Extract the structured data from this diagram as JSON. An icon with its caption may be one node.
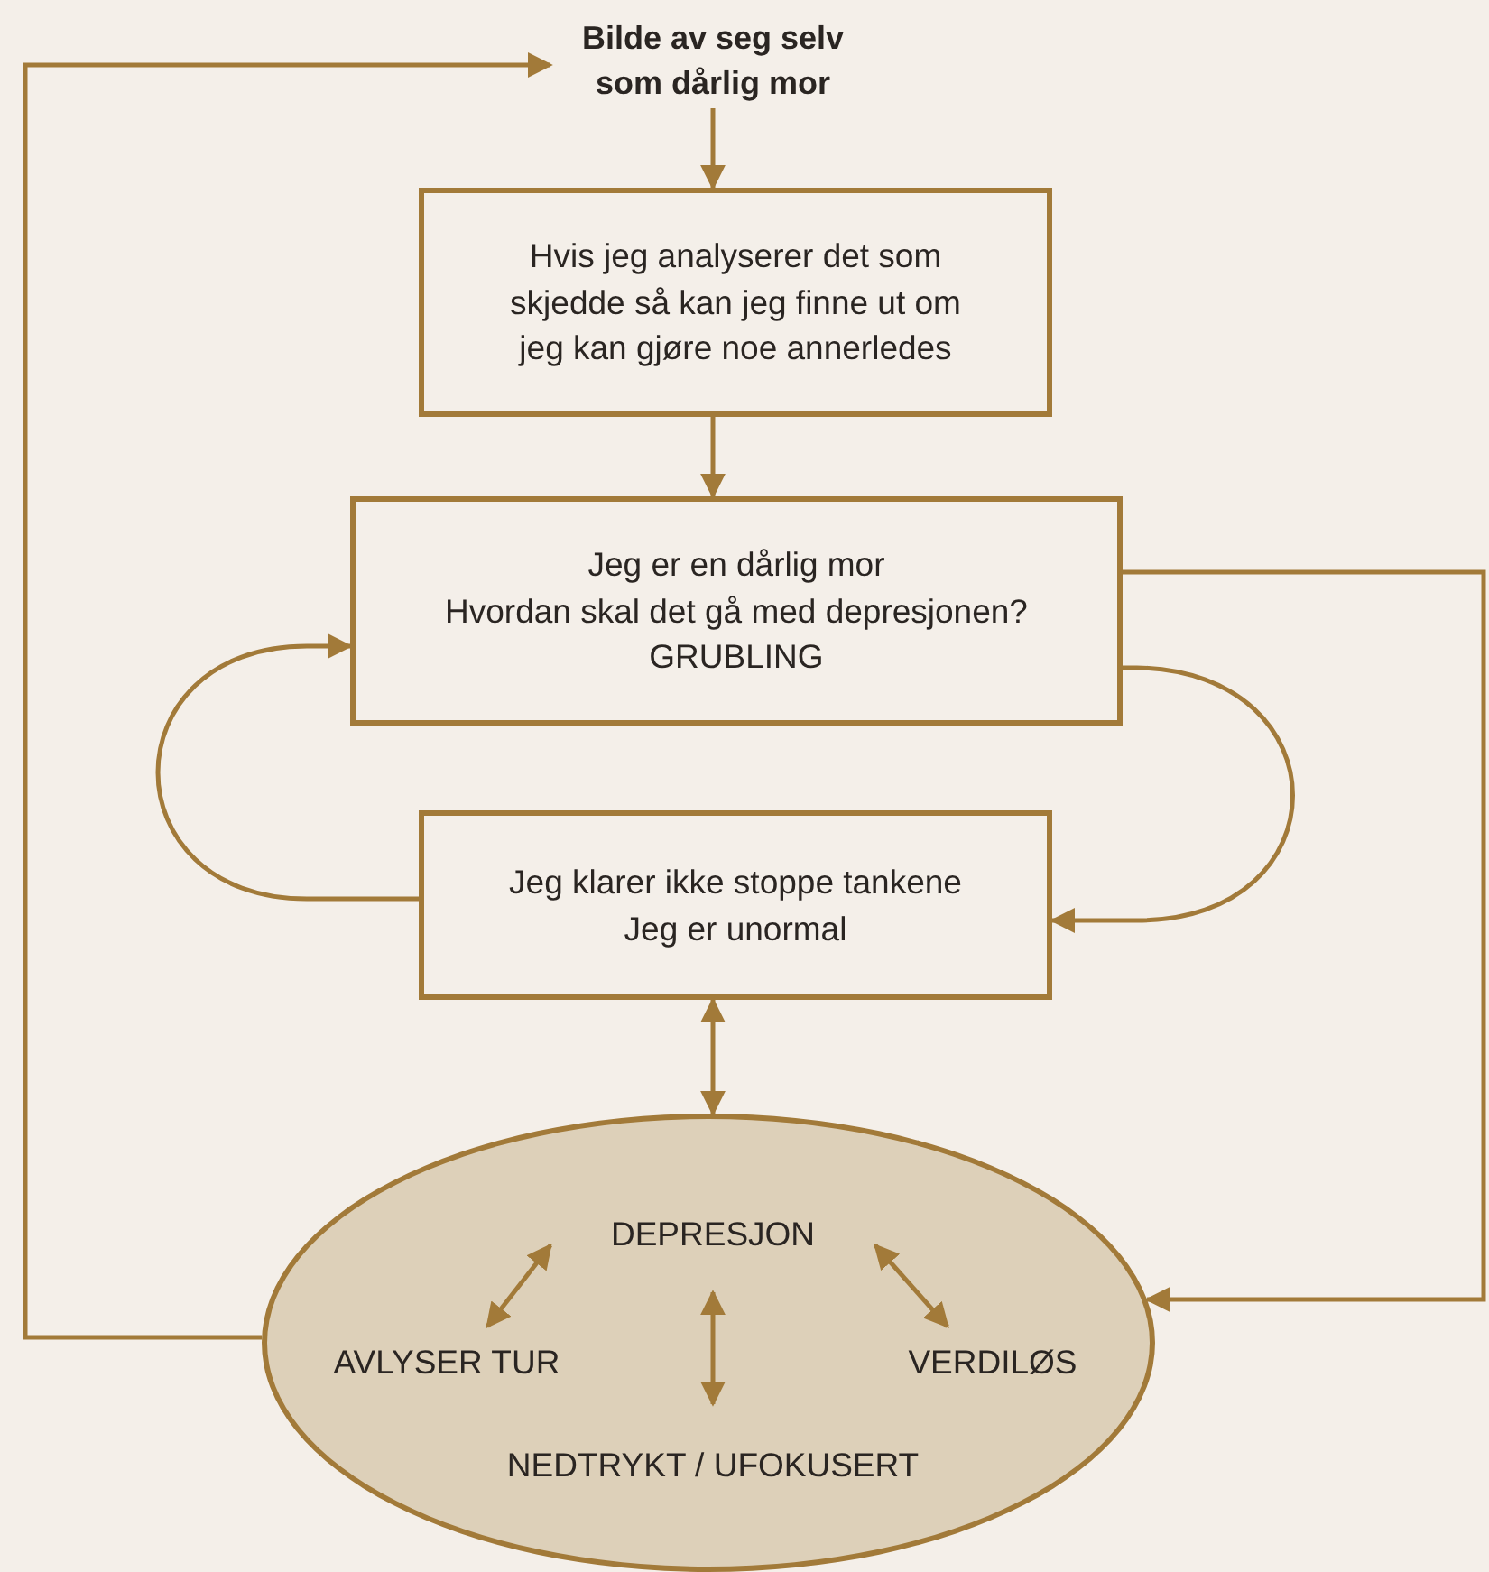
{
  "diagram": {
    "nodes": [
      {
        "text": [
          "Bilde av seg selv som dårlig mor"
        ]
      },
      {
        "text": [
          "Hvis jeg analyserer det som skjedde så kan jeg finne ut om jeg kan gjøre noe annerledes"
        ]
      },
      {
        "text": [
          "Jeg er en dårlig mor",
          "Hvordan skal det gå med depresjonen?",
          "GRUBLING"
        ]
      },
      {
        "text": [
          "Jeg klarer ikke stoppe tankene",
          "Jeg er unormal"
        ]
      },
      {
        "text": [],
        "shape": "ellipse"
      },
      {
        "text": [
          "DEPRESJON"
        ],
        "in": 4
      },
      {
        "text": [
          "AVLYSER TUR"
        ],
        "in": 4
      },
      {
        "text": [
          "VERDILØS"
        ],
        "in": 4
      },
      {
        "text": [
          "NEDTRYKT / UFOKUSERT"
        ],
        "in": 4
      }
    ],
    "edges": [
      {
        "from": 0,
        "to": 1,
        "arrow": "to"
      },
      {
        "from": 1,
        "to": 2,
        "arrow": "to"
      },
      {
        "from": 2,
        "to": 3,
        "arrow": "to"
      },
      {
        "from": 3,
        "to": 2,
        "arrow": "to"
      },
      {
        "from": 3,
        "to": 4,
        "arrow": "both"
      },
      {
        "from": 4,
        "to": 0,
        "arrow": "to"
      },
      {
        "from": 2,
        "to": 4,
        "arrow": "to"
      },
      {
        "from": 6,
        "to": 5,
        "arrow": "both"
      },
      {
        "from": 5,
        "to": 7,
        "arrow": "both"
      },
      {
        "from": 5,
        "to": 8,
        "arrow": "both"
      }
    ]
  }
}
